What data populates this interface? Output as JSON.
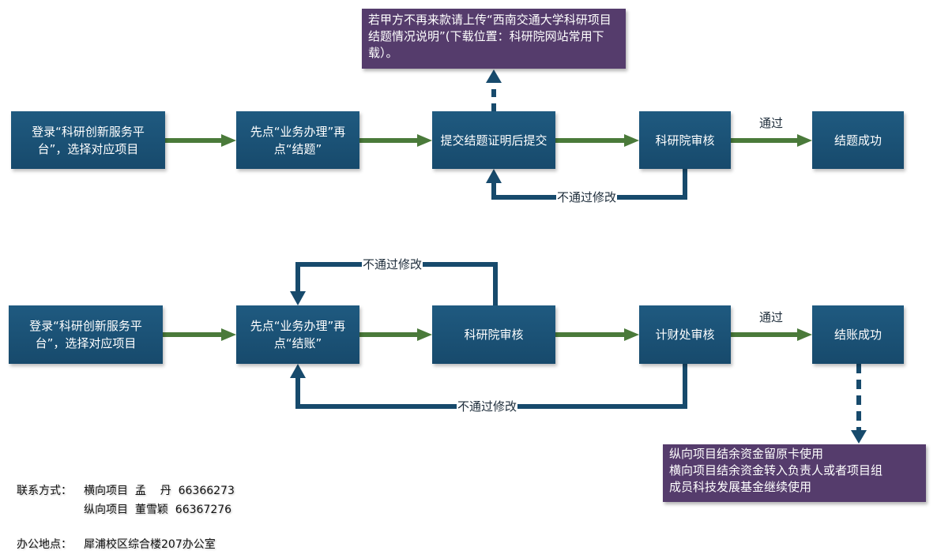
{
  "top_flow": {
    "steps": [
      "登录“科研创新服务平台”，选择对应项目",
      "先点“业务办理”再点“结题”",
      "提交结题证明后提交",
      "科研院审核",
      "结题成功"
    ],
    "note": "若甲方不再来款请上传“西南交通大学科研项目结题情况说明”(下载位置：科研院网站常用下载）。",
    "pass_label": "通过",
    "fail_label": "不通过修改"
  },
  "bottom_flow": {
    "steps": [
      "登录“科研创新服务平台”，选择对应项目",
      "先点“业务办理”再点“结账”",
      "科研院审核",
      "计财处审核",
      "结账成功"
    ],
    "note_lines": [
      "纵向项目结余资金留原卡使用",
      "横向项目结余资金转入负责人或者项目组",
      "成员科技发展基金继续使用"
    ],
    "pass_label": "通过",
    "fail_label_top": "不通过修改",
    "fail_label_bottom": "不通过修改"
  },
  "contact": {
    "label": "联系方式：",
    "line1": "横向项目  孟    丹  66366273",
    "line2": "纵向项目  董雪颖  66367276",
    "office_label": "办公地点：",
    "office": "犀浦校区综合楼207办公室"
  },
  "colors": {
    "box": "#1b4f73",
    "note": "#553c6c",
    "pass_arrow": "#4a7a3a",
    "fail_arrow": "#174a6c"
  }
}
